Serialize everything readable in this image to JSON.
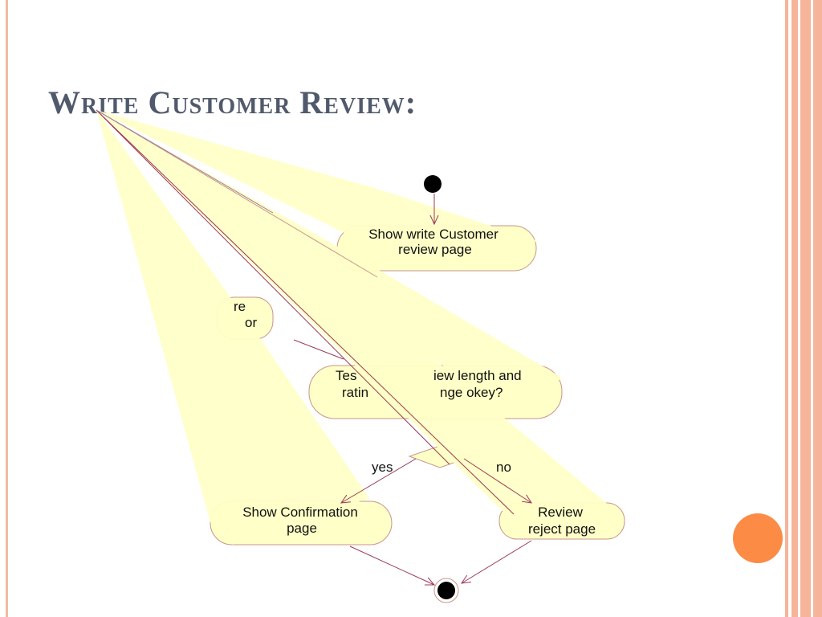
{
  "title": "Write Customer Review:",
  "colors": {
    "node_fill": "#ffffc8",
    "node_stroke": "#c8958a",
    "edge": "#9c3a55",
    "title": "#515a6c",
    "border_left": "#f3b9a3",
    "border_right": "#f6b49a",
    "accent_circle": "#fb8b45"
  },
  "nodes": {
    "show_write_page": {
      "line1": "Show write Customer",
      "line2": "review page"
    },
    "partial_hidden": {
      "line1": "re",
      "line2": "or"
    },
    "test_review": {
      "line1": "Tes",
      "line1b": "iew length and",
      "line2": "ratin",
      "line2b": "nge okey?"
    },
    "show_confirmation": {
      "line1": "Show Confirmation",
      "line2": "page"
    },
    "review_reject": {
      "line1": "Review",
      "line2": "reject page"
    }
  },
  "edges": {
    "yes_label": "yes",
    "no_label": "no"
  }
}
